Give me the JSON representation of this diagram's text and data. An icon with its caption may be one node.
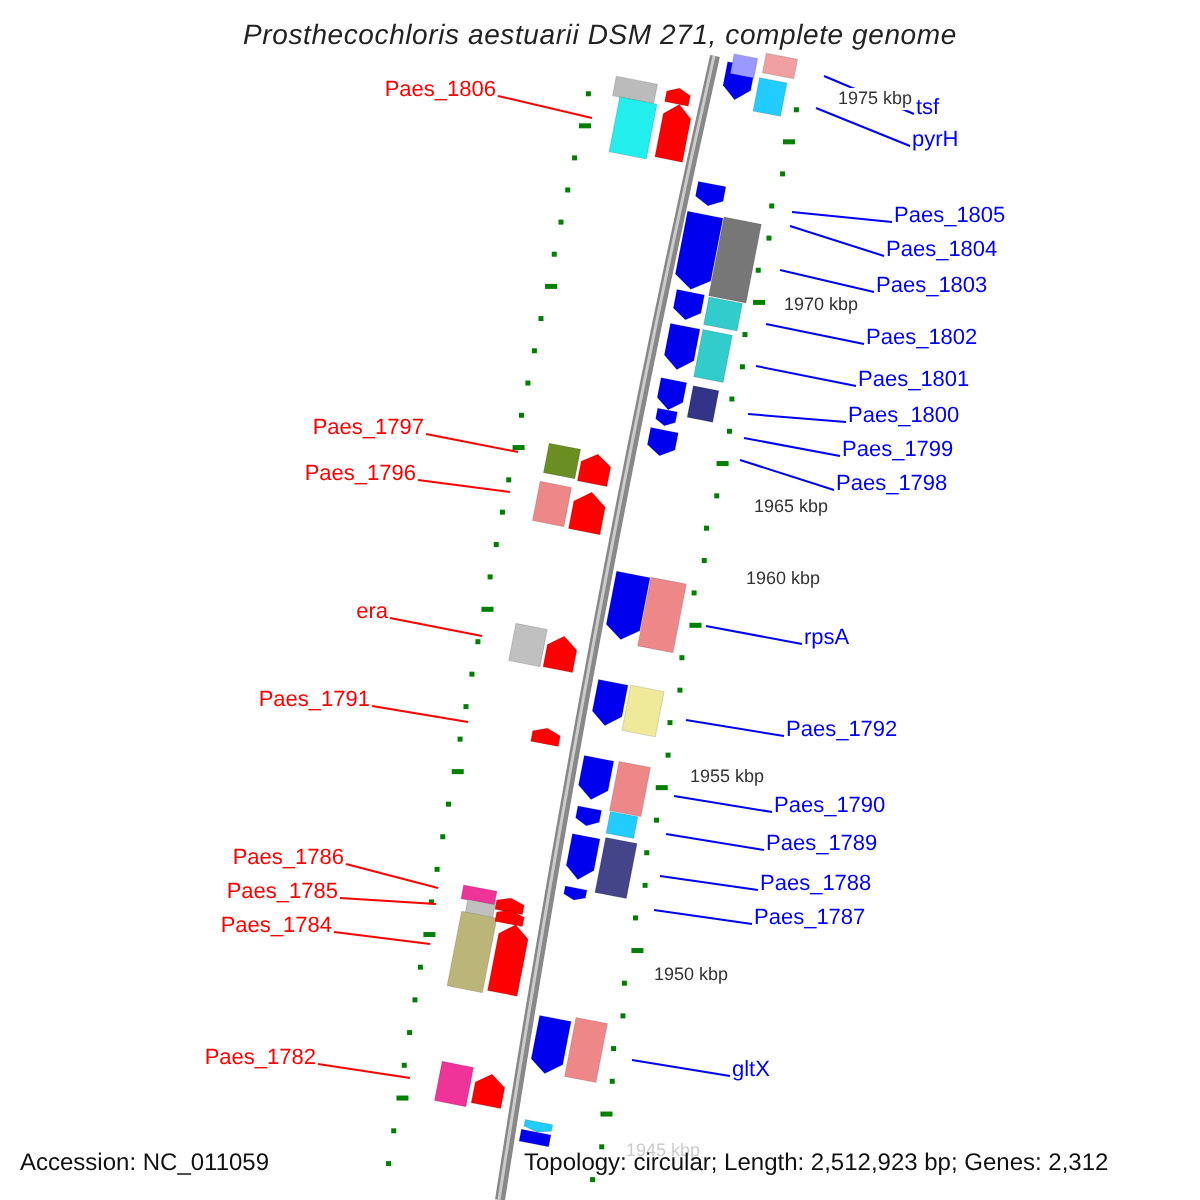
{
  "diagram": {
    "title": "Prosthecochloris aestuarii DSM 271, complete genome",
    "nodes": [
      {
        "text": [
          "Paes_1806"
        ]
      },
      {
        "text": [
          "tsf"
        ]
      },
      {
        "text": [
          "pyrH"
        ]
      },
      {
        "text": [
          "Paes_1805"
        ]
      },
      {
        "text": [
          "Paes_1804"
        ]
      },
      {
        "text": [
          "Paes_1803"
        ]
      },
      {
        "text": [
          "Paes_1802"
        ]
      },
      {
        "text": [
          "Paes_1801"
        ]
      },
      {
        "text": [
          "Paes_1800"
        ]
      },
      {
        "text": [
          "Paes_1799"
        ]
      },
      {
        "text": [
          "Paes_1798"
        ]
      },
      {
        "text": [
          "Paes_1797"
        ]
      },
      {
        "text": [
          "Paes_1796"
        ]
      },
      {
        "text": [
          "rpsA"
        ]
      },
      {
        "text": [
          "era"
        ]
      },
      {
        "text": [
          "Paes_1791"
        ]
      },
      {
        "text": [
          "Paes_1792"
        ]
      },
      {
        "text": [
          "Paes_1790"
        ]
      },
      {
        "text": [
          "Paes_1789"
        ]
      },
      {
        "text": [
          "Paes_1788"
        ]
      },
      {
        "text": [
          "Paes_1787"
        ]
      },
      {
        "text": [
          "Paes_1786"
        ]
      },
      {
        "text": [
          "Paes_1785"
        ]
      },
      {
        "text": [
          "Paes_1784"
        ]
      },
      {
        "text": [
          "gltX"
        ]
      },
      {
        "text": [
          "Paes_1782"
        ]
      }
    ],
    "edges": [
      {
        "from": 0,
        "to": null,
        "arrow": "none",
        "color": "#ff0000"
      },
      {
        "from": 1,
        "to": null,
        "arrow": "none"
      },
      {
        "from": 2,
        "to": null,
        "arrow": "none"
      },
      {
        "from": 3,
        "to": null,
        "arrow": "none"
      },
      {
        "from": 4,
        "to": null,
        "arrow": "none"
      },
      {
        "from": 5,
        "to": null,
        "arrow": "none"
      },
      {
        "from": 6,
        "to": null,
        "arrow": "none"
      },
      {
        "from": 7,
        "to": null,
        "arrow": "none"
      },
      {
        "from": 8,
        "to": null,
        "arrow": "none"
      },
      {
        "from": 9,
        "to": null,
        "arrow": "none"
      },
      {
        "from": 10,
        "to": null,
        "arrow": "none"
      },
      {
        "from": 11,
        "to": null,
        "arrow": "none",
        "color": "#ff0000"
      },
      {
        "from": 12,
        "to": null,
        "arrow": "none",
        "color": "#ff0000"
      },
      {
        "from": 13,
        "to": null,
        "arrow": "none"
      },
      {
        "from": 14,
        "to": null,
        "arrow": "none",
        "color": "#ff0000"
      },
      {
        "from": 15,
        "to": null,
        "arrow": "none",
        "color": "#ff0000"
      },
      {
        "from": 16,
        "to": null,
        "arrow": "none"
      },
      {
        "from": 17,
        "to": null,
        "arrow": "none"
      },
      {
        "from": 18,
        "to": null,
        "arrow": "none"
      },
      {
        "from": 19,
        "to": null,
        "arrow": "none"
      },
      {
        "from": 20,
        "to": null,
        "arrow": "none"
      },
      {
        "from": 21,
        "to": null,
        "arrow": "none",
        "color": "#ff0000"
      },
      {
        "from": 22,
        "to": null,
        "arrow": "none",
        "color": "#ff0000"
      },
      {
        "from": 23,
        "to": null,
        "arrow": "none",
        "color": "#ff0000"
      },
      {
        "from": 24,
        "to": null,
        "arrow": "none"
      },
      {
        "from": 25,
        "to": null,
        "arrow": "none",
        "color": "#ff0000"
      }
    ],
    "labels": [
      "1975 kbp",
      "1970 kbp",
      "1965 kbp",
      "1960 kbp",
      "1955 kbp",
      "1950 kbp",
      "1945 kbp",
      "Accession: NC_011059",
      "Topology: circular; Length: 2,512,923 bp; Genes: 2,312"
    ]
  }
}
